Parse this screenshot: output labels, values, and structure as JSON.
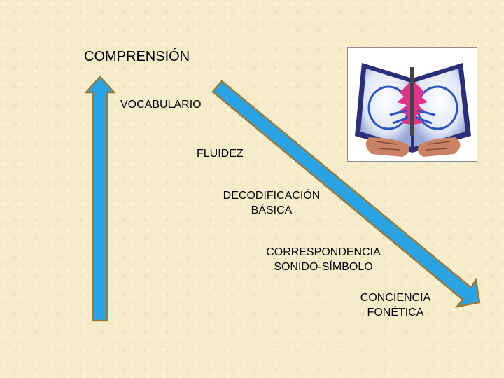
{
  "colors": {
    "background": "#f7ecc9",
    "arrow_fill": "#2aa3e4",
    "arrow_outline": "#9a7a3a"
  },
  "labels": {
    "comprension": "COMPRENSIÓN",
    "vocabulario": "VOCABULARIO",
    "fluidez": "FLUIDEZ",
    "decodificacion_1": "DECODIFICACIÓN",
    "decodificacion_2": "BÁSICA",
    "correspondencia_1": "CORRESPONDENCIA",
    "correspondencia_2": "SONIDO-SÍMBOLO",
    "conciencia_1": "CONCIENCIA",
    "conciencia_2": "FONÉTICA"
  },
  "picture": {
    "icon": "pop-up-book-icon"
  }
}
